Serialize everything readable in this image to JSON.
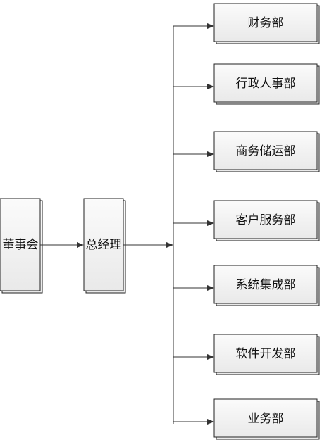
{
  "diagram": {
    "board": {
      "label": "董事会"
    },
    "gm": {
      "label": "总经理"
    },
    "departments": [
      {
        "label": "财务部"
      },
      {
        "label": "行政人事部"
      },
      {
        "label": "商务储运部"
      },
      {
        "label": "客户服务部"
      },
      {
        "label": "系统集成部"
      },
      {
        "label": "软件开发部"
      },
      {
        "label": "业务部"
      }
    ]
  }
}
